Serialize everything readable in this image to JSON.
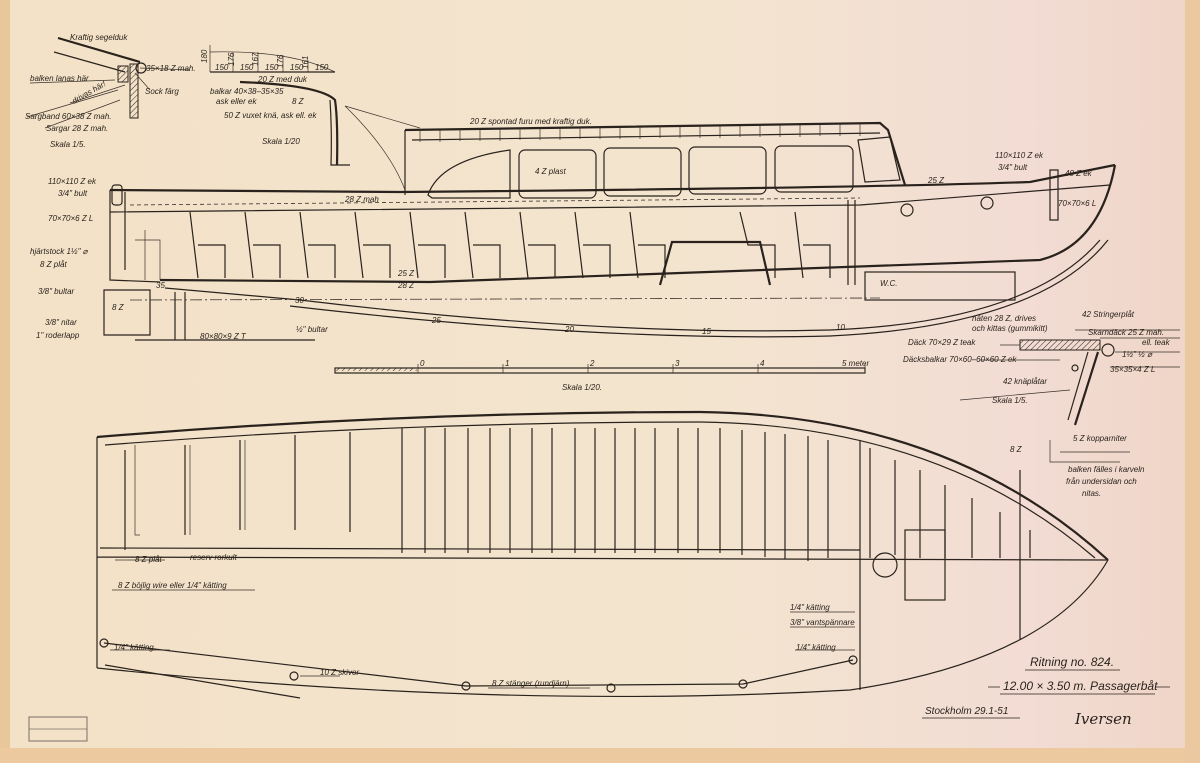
{
  "title_block": {
    "drawing_no": "Ritning no. 824.",
    "subject": "12.00 × 3.50 m. Passagerbåt",
    "place_date": "Stockholm 29.1-51",
    "signature": "Iversen"
  },
  "detail_rail": {
    "l1": "Kraftig segelduk",
    "l2": "35×18 Z mah.",
    "l3": "balken lanas här",
    "l4": "drivas här!",
    "l5": "Sock färg",
    "l6": "Sargband 60×38 Z mah.",
    "l7": "Sargar 28 Z mah.",
    "scale": "Skala 1/5."
  },
  "detail_roof": {
    "heights": [
      "180",
      "176",
      "167",
      "176",
      "161"
    ],
    "spacings": [
      "150",
      "150",
      "150",
      "150",
      "150"
    ],
    "l1": "20 Z med duk",
    "l2": "balkar 40×38–35×35",
    "l3": "ask eller ek",
    "l4": "8 Z",
    "l5": "50 Z vuxet knä, ask ell. ek",
    "scale": "Skala 1/20"
  },
  "profile": {
    "stern_post": "110×110 Z ek",
    "stern_bolt": "3/4\" bult",
    "angle": "70×70×6 Z L",
    "rudder_stock": "hjärtstock 1½\" ⌀",
    "plate": "8 Z plåt",
    "bolts": "3/8\" bultar",
    "rivets": "3/8\" nitar",
    "rudder_lug": "1\" roderlapp",
    "rudder_plate": "8 Z",
    "n35": "35",
    "n30": "30",
    "tbar": "80×80×9 Z T",
    "half_bolts": "½\" bultar",
    "sheer": "28 Z mah",
    "roof": "20 Z spontad furu med kraftig duk.",
    "window": "4 Z plast",
    "floor1": "25 Z",
    "floor2": "28 Z",
    "stations": [
      "25",
      "20",
      "15",
      "10"
    ],
    "wc": "W.C.",
    "bow_post": "110×110 Z ek",
    "bow_bolt": "3/4\" bult",
    "bow_rail": "40 Z ek",
    "bow_angle": "70×70×6 L",
    "bow_deck": "25 Z"
  },
  "scale_bar": {
    "ticks": [
      "0",
      "1",
      "2",
      "3",
      "4"
    ],
    "end": "5 meter",
    "caption": "Skala 1/20."
  },
  "section": {
    "stringer": "42 Stringerplåt",
    "seam1": "nåten 28 Z, drives",
    "seam2": "och kittas (gummikitt)",
    "covering": "Skarndäck 25 Z mah.",
    "covering2": "ell. teak",
    "deck": "Däck 70×29 Z teak",
    "beams": "Däcksbalkar 70×60–60×60 Z ek",
    "rod": "1½\" ½ ⌀",
    "angle": "35×35×4 Z L",
    "knees": "42 knäplåtar",
    "scale": "Skala 1/5.",
    "rivets": "5 Z kopparniter",
    "thick": "8 Z",
    "note1": "balken fälles i karveln",
    "note2": "från undersidan och",
    "note3": "nitas."
  },
  "plan": {
    "plate": "8 Z plåt",
    "tiller": "reserv rorkult",
    "wire": "8 Z böjlig wire eller 1/4\" kätting",
    "chain1": "1/4\" kätting.",
    "sheaves": "10 Z skivor",
    "rods": "8 Z stänger (rundjärn)",
    "chain2": "1/4\" kätting",
    "turnbuckle": "3/8\" vantspännare",
    "chain3": "1/4\" kätting"
  },
  "colors": {
    "paper": "#f1e0c6",
    "ink": "#2a231d"
  }
}
